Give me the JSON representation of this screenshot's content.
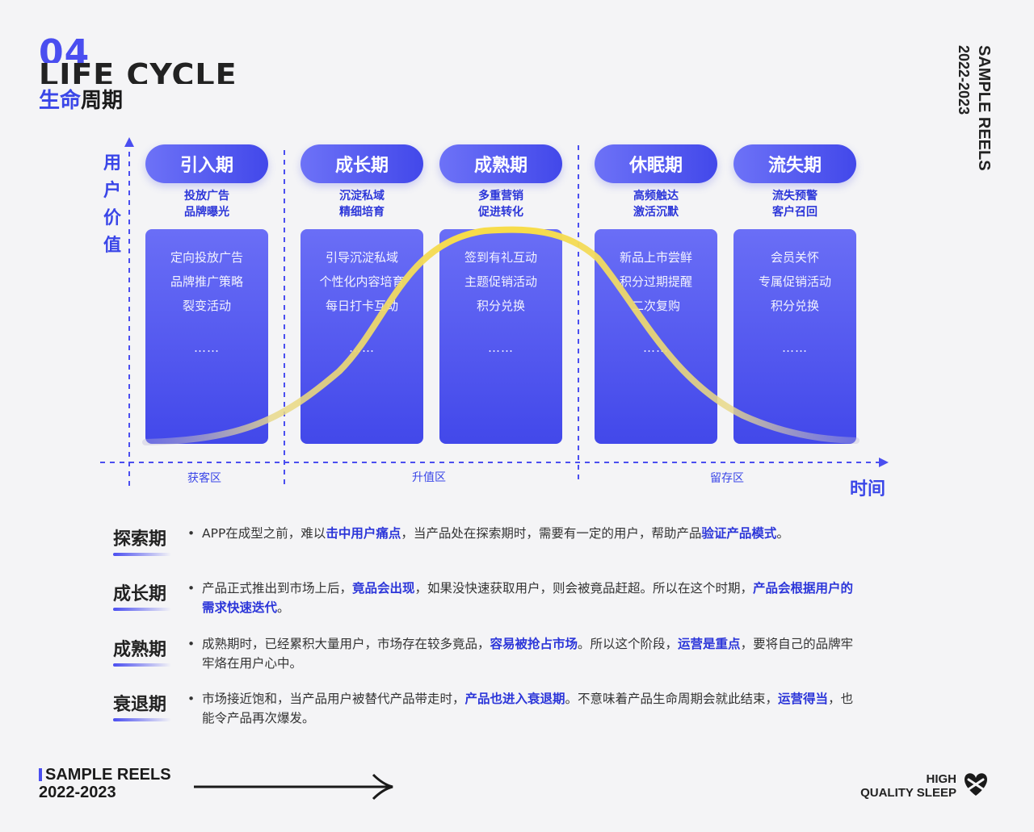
{
  "header": {
    "number": "04",
    "title_en": "LIFE CYCLE",
    "title_cn_accent": "生命",
    "title_cn_rest": "周期",
    "side_line1": "SAMPLE REELS",
    "side_line2": "2022-2023"
  },
  "axes": {
    "y_label": [
      "用",
      "户",
      "价",
      "值"
    ],
    "x_label": "时间"
  },
  "stages": [
    {
      "name": "引入期",
      "sub": [
        "投放广告",
        "品牌曝光"
      ],
      "items": [
        "定向投放广告",
        "品牌推广策略",
        "裂变活动"
      ],
      "more": "……"
    },
    {
      "name": "成长期",
      "sub": [
        "沉淀私域",
        "精细培育"
      ],
      "items": [
        "引导沉淀私域",
        "个性化内容培育",
        "每日打卡互动"
      ],
      "more": "……"
    },
    {
      "name": "成熟期",
      "sub": [
        "多重营销",
        "促进转化"
      ],
      "items": [
        "签到有礼互动",
        "主题促销活动",
        "积分兑换"
      ],
      "more": "……"
    },
    {
      "name": "休眠期",
      "sub": [
        "高频触达",
        "激活沉默"
      ],
      "items": [
        "新品上市尝鲜",
        "积分过期提醒",
        "二次复购"
      ],
      "more": "……"
    },
    {
      "name": "流失期",
      "sub": [
        "流失预警",
        "客户召回"
      ],
      "items": [
        "会员关怀",
        "专属促销活动",
        "积分兑换"
      ],
      "more": "……"
    }
  ],
  "zones": [
    "获客区",
    "升值区",
    "留存区"
  ],
  "descriptions": [
    {
      "title": "探索期",
      "bullet": "•",
      "parts": [
        {
          "t": "APP在成型之前，难以",
          "hl": false
        },
        {
          "t": "击中用户痛点",
          "hl": true
        },
        {
          "t": "，当产品处在探索期时，需要有一定的用户，帮助产品",
          "hl": false
        },
        {
          "t": "验证产品模式",
          "hl": true
        },
        {
          "t": "。",
          "hl": false
        }
      ]
    },
    {
      "title": "成长期",
      "bullet": "•",
      "parts": [
        {
          "t": "产品正式推出到市场上后，",
          "hl": false
        },
        {
          "t": "竟品会出现",
          "hl": true
        },
        {
          "t": "，如果没快速获取用户，则会被竟品赶超。所以在这个时期，",
          "hl": false
        },
        {
          "t": "产品会根据用户的需求快速迭代",
          "hl": true
        },
        {
          "t": "。",
          "hl": false
        }
      ]
    },
    {
      "title": "成熟期",
      "bullet": "•",
      "parts": [
        {
          "t": "成熟期时，已经累积大量用户，市场存在较多竟品，",
          "hl": false
        },
        {
          "t": "容易被抢占市场",
          "hl": true
        },
        {
          "t": "。所以这个阶段，",
          "hl": false
        },
        {
          "t": "运营是重点",
          "hl": true
        },
        {
          "t": "，要将自己的品牌牢牢烙在用户心中。",
          "hl": false
        }
      ]
    },
    {
      "title": "衰退期",
      "bullet": "•",
      "parts": [
        {
          "t": "市场接近饱和，当产品用户被替代产品带走时，",
          "hl": false
        },
        {
          "t": "产品也进入衰退期",
          "hl": true
        },
        {
          "t": "。不意味着产品生命周期会就此结束，",
          "hl": false
        },
        {
          "t": "运营得当",
          "hl": true
        },
        {
          "t": "，也能令产品再次爆发。",
          "hl": false
        }
      ]
    }
  ],
  "footer": {
    "left_line1": "SAMPLE REELS",
    "left_line2": "2022-2023",
    "right_line1": "HIGH",
    "right_line2": "QUALITY SLEEP"
  },
  "colors": {
    "accent": "#4a4ef0",
    "highlight_text": "#2c36d9",
    "curve": "#f7dc4a"
  }
}
